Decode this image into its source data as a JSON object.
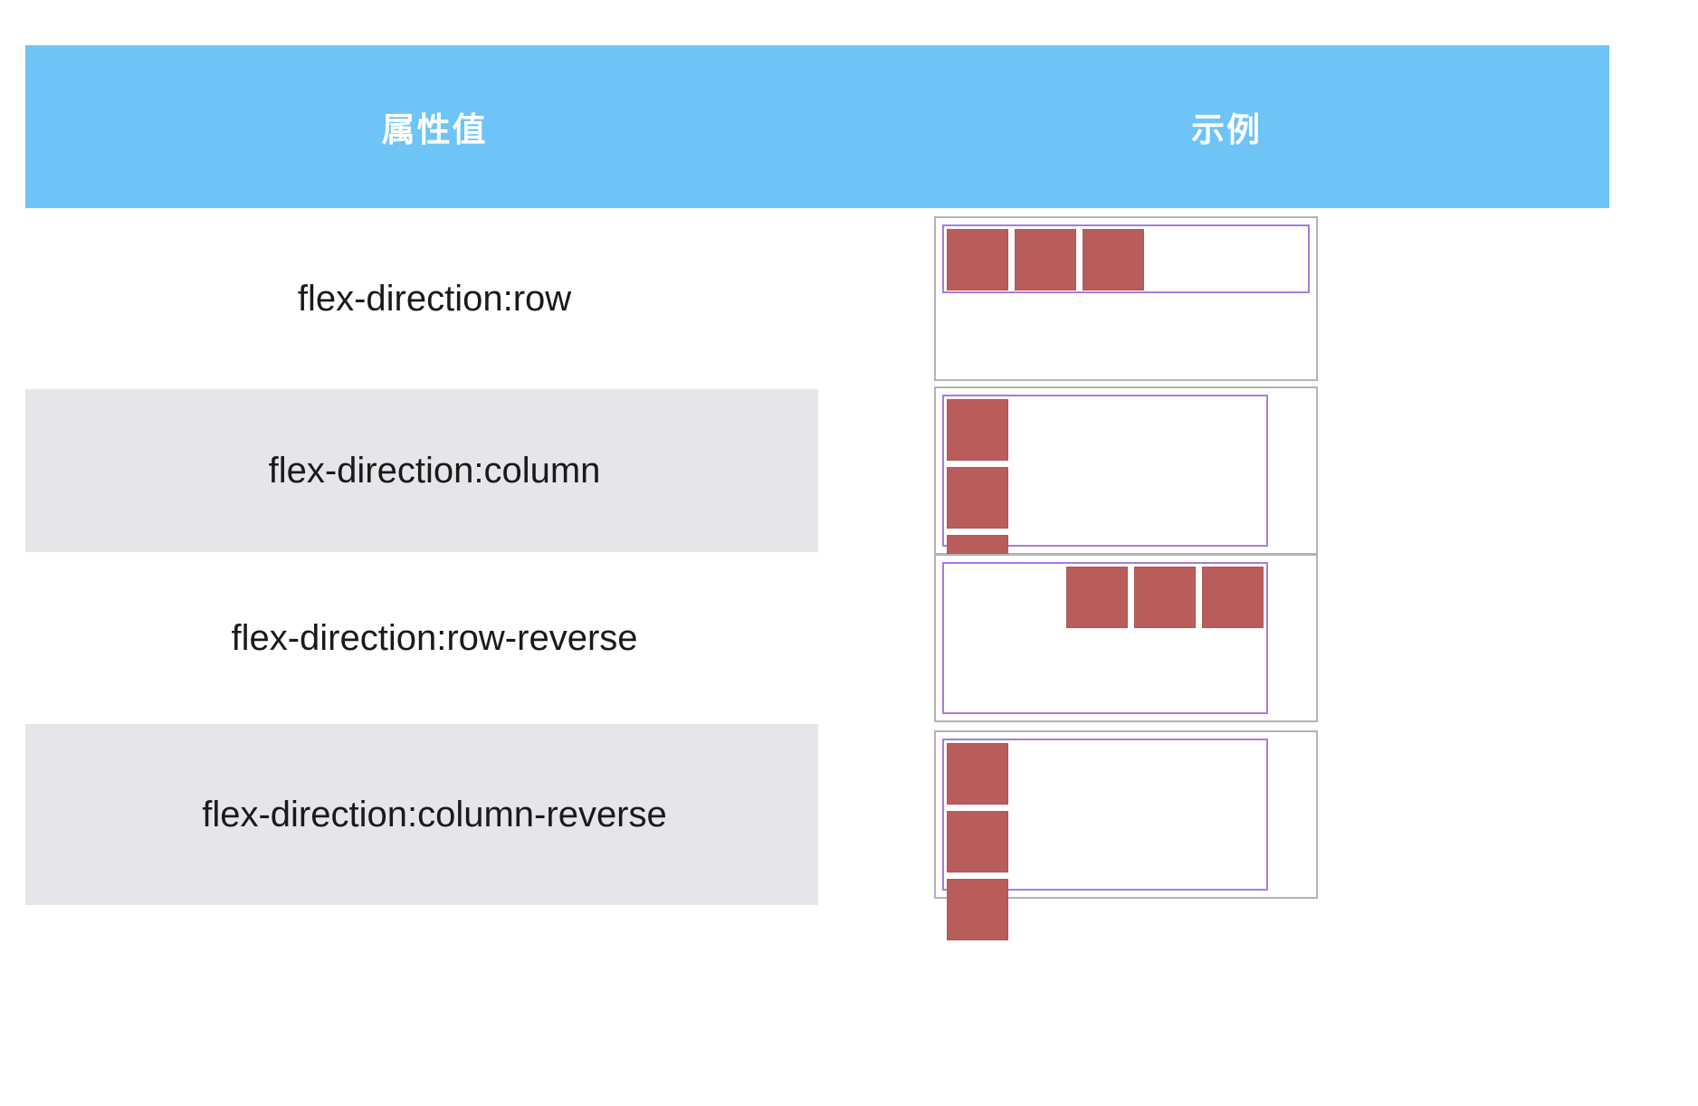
{
  "table": {
    "headers": {
      "attribute_value": "属性值",
      "example": "示例"
    },
    "header_bg": "#6ec3f7",
    "header_text_color": "#ffffff",
    "zebra_bg": "#e4e6e9",
    "rows": [
      {
        "label": "flex-direction:row",
        "zebra": false,
        "demo": {
          "direction": "row",
          "item_count": 3,
          "item_color": "#b85c5c",
          "container_border_color": "#a77ddb",
          "outer_border_color": "#b3b3b3"
        }
      },
      {
        "label": "flex-direction:column",
        "zebra": true,
        "demo": {
          "direction": "column",
          "item_count": 3,
          "item_color": "#b85c5c",
          "container_border_color": "#a77ddb",
          "outer_border_color": "#b3b3b3"
        }
      },
      {
        "label": "flex-direction:row-reverse",
        "zebra": false,
        "demo": {
          "direction": "row-reverse",
          "item_count": 3,
          "item_color": "#b85c5c",
          "container_border_color": "#a77ddb",
          "outer_border_color": "#b3b3b3"
        }
      },
      {
        "label": "flex-direction:column-reverse",
        "zebra": true,
        "demo": {
          "direction": "column-reverse",
          "item_count": 3,
          "item_color": "#b85c5c",
          "container_border_color": "#a77ddb",
          "outer_border_color": "#b3b3b3"
        }
      }
    ]
  }
}
